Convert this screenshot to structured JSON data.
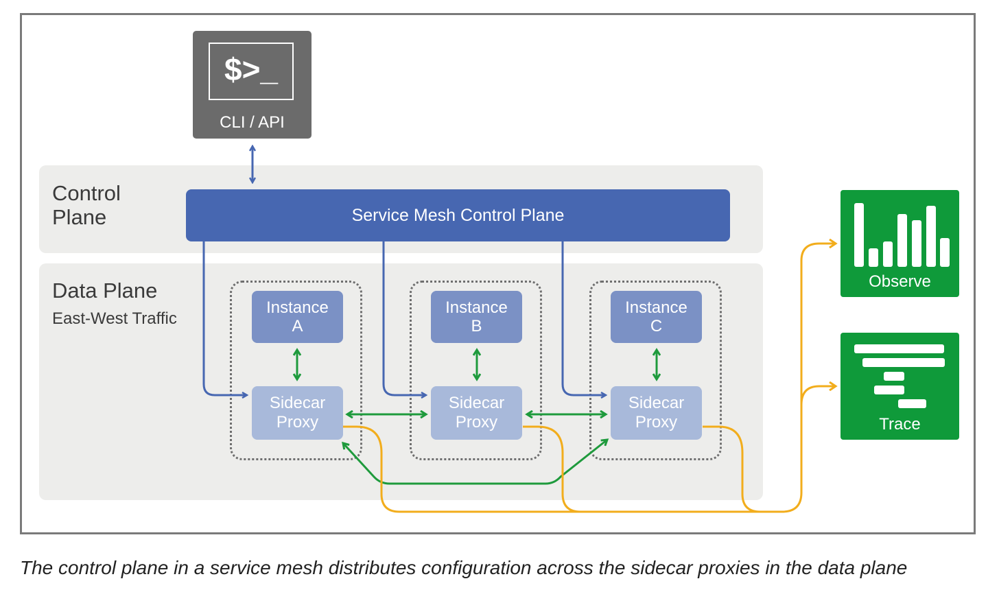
{
  "cli": {
    "prompt": "$>_",
    "label": "CLI / API"
  },
  "control_plane": {
    "line1": "Control",
    "line2": "Plane",
    "box_label": "Service Mesh Control Plane"
  },
  "data_plane": {
    "title": "Data Plane",
    "subtitle": "East-West Traffic"
  },
  "pods": [
    {
      "instance_line1": "Instance",
      "instance_line2": "A",
      "proxy_line1": "Sidecar",
      "proxy_line2": "Proxy"
    },
    {
      "instance_line1": "Instance",
      "instance_line2": "B",
      "proxy_line1": "Sidecar",
      "proxy_line2": "Proxy"
    },
    {
      "instance_line1": "Instance",
      "instance_line2": "C",
      "proxy_line1": "Sidecar",
      "proxy_line2": "Proxy"
    }
  ],
  "observe": {
    "label": "Observe",
    "icon": "bar-chart-icon"
  },
  "trace": {
    "label": "Trace",
    "icon": "trace-waterfall-icon"
  },
  "caption": "The control plane in a service mesh distributes configuration across the sidecar proxies in the data plane",
  "colors": {
    "control_blue": "#4767b1",
    "instance_blue": "#7b91c5",
    "proxy_blue": "#a8b9da",
    "mesh_green": "#1e9a3c",
    "telemetry_orange": "#f2ad1c",
    "tool_green": "#0f9a3a",
    "cli_gray": "#6b6b6b"
  }
}
